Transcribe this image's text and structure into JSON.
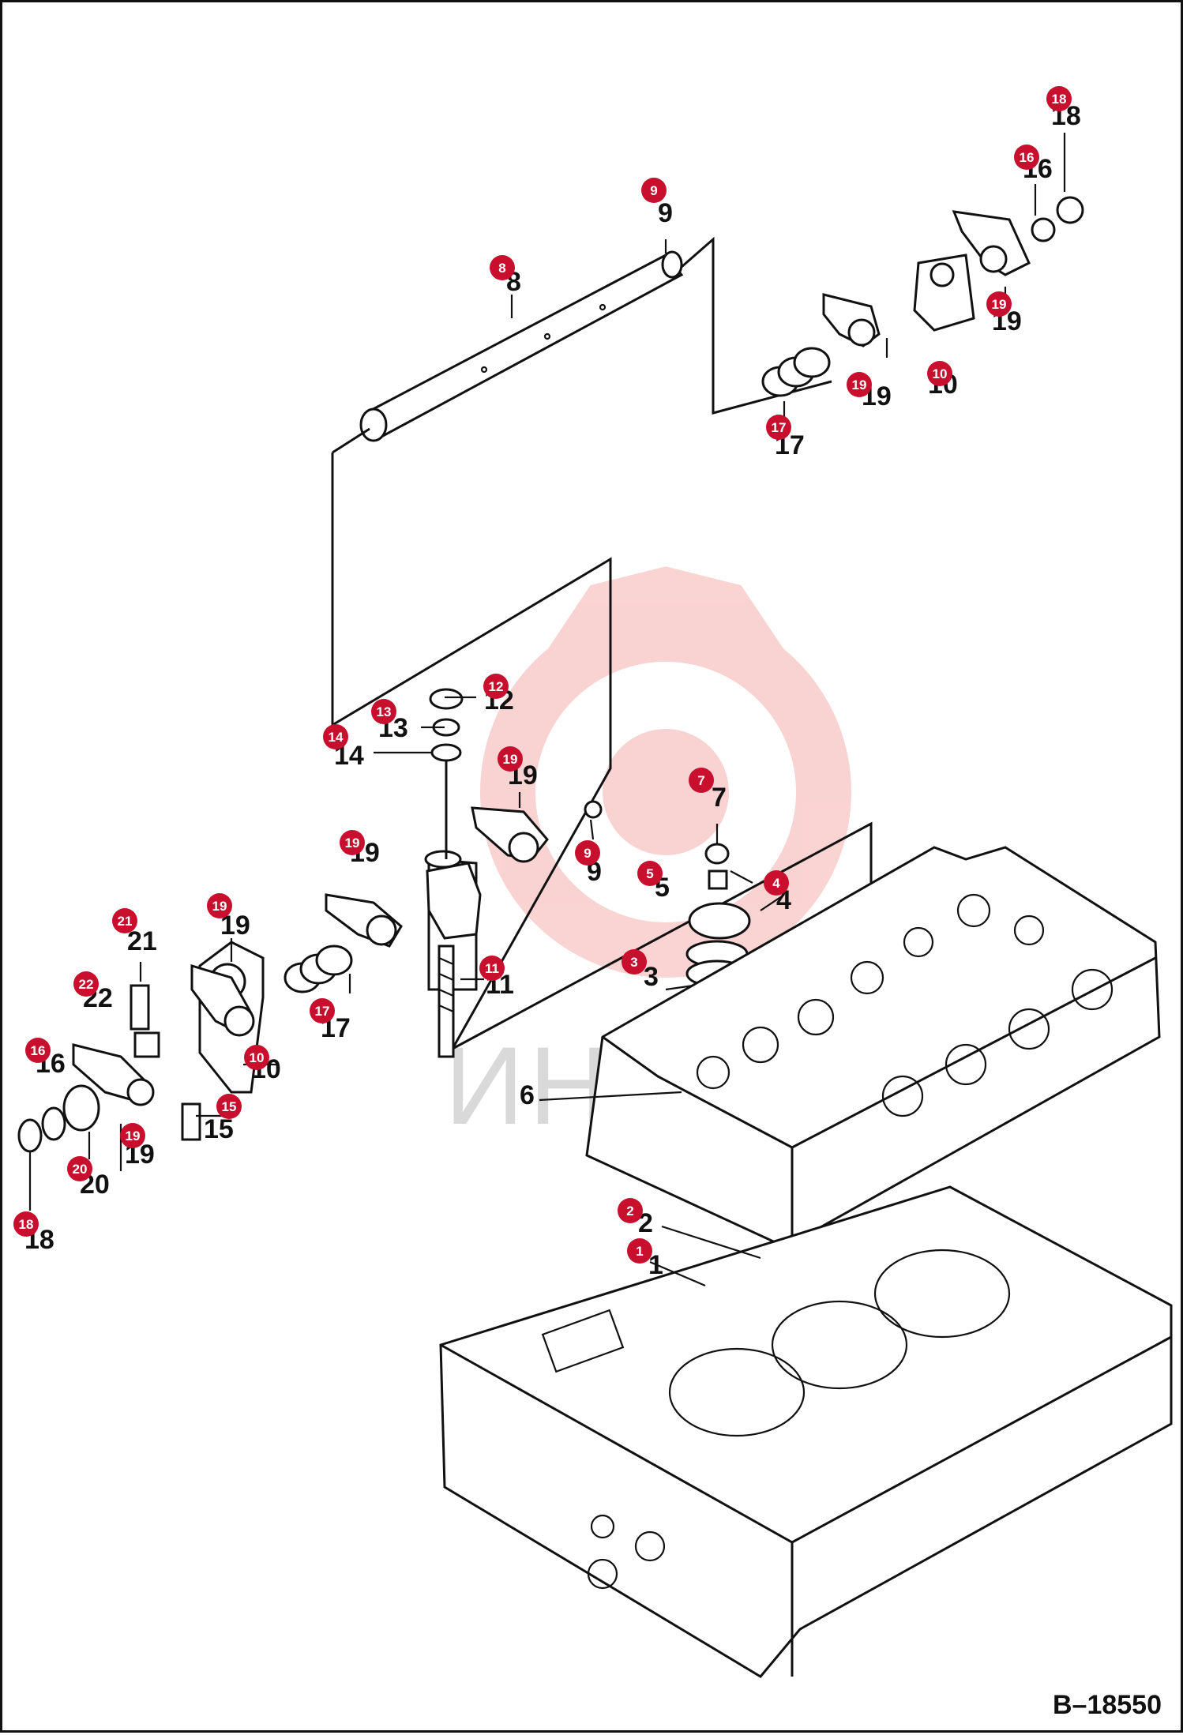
{
  "figure_code": "B–18550",
  "watermark": "ИНТЕК",
  "colors": {
    "callout": "#c8102e",
    "watermark": "#f0a0a0",
    "ink": "#111111"
  },
  "part_labels": {
    "p1": "1",
    "p2": "2",
    "p3": "3",
    "p4": "4",
    "p5": "5",
    "p6": "6",
    "p7": "7",
    "p8": "8",
    "p9": "9",
    "p10": "10",
    "p11": "11",
    "p12": "12",
    "p13": "13",
    "p14": "14",
    "p15": "15",
    "p16": "16",
    "p17": "17",
    "p18": "18",
    "p19": "19",
    "p20": "20",
    "p21": "21",
    "p22": "22"
  }
}
